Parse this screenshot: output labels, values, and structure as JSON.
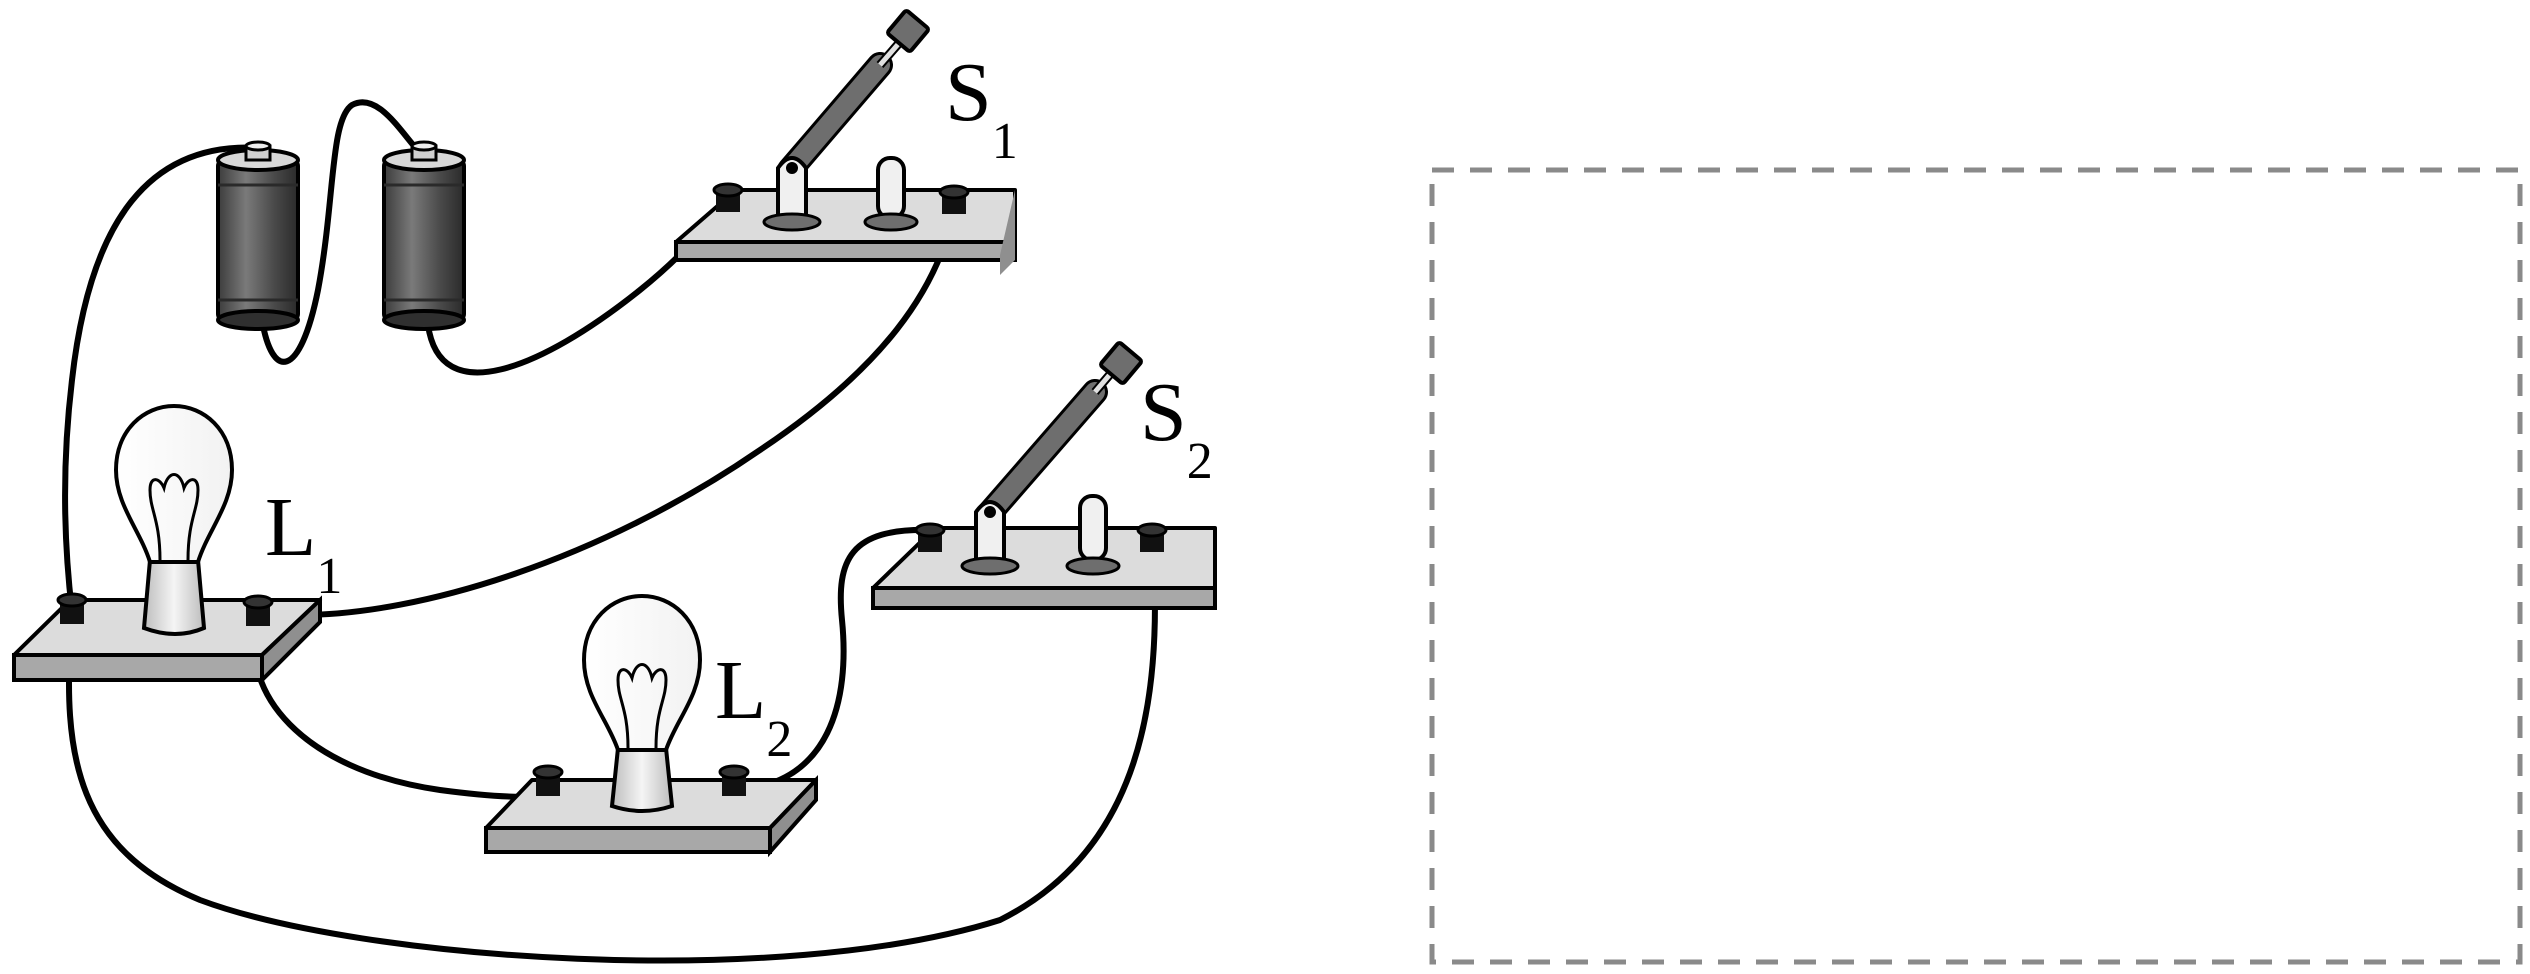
{
  "labels": {
    "s1": {
      "letter": "S",
      "sub": "1"
    },
    "s2": {
      "letter": "S",
      "sub": "2"
    },
    "l1": {
      "letter": "L",
      "sub": "1"
    },
    "l2": {
      "letter": "L",
      "sub": "2"
    }
  },
  "colors": {
    "board": "#dcdcdc",
    "board_edge": "#a8a8a8",
    "battery_body": "#555555",
    "switch_lever": "#6e6e6e",
    "terminal": "#111111",
    "answer_box": "#8a8a8a"
  }
}
